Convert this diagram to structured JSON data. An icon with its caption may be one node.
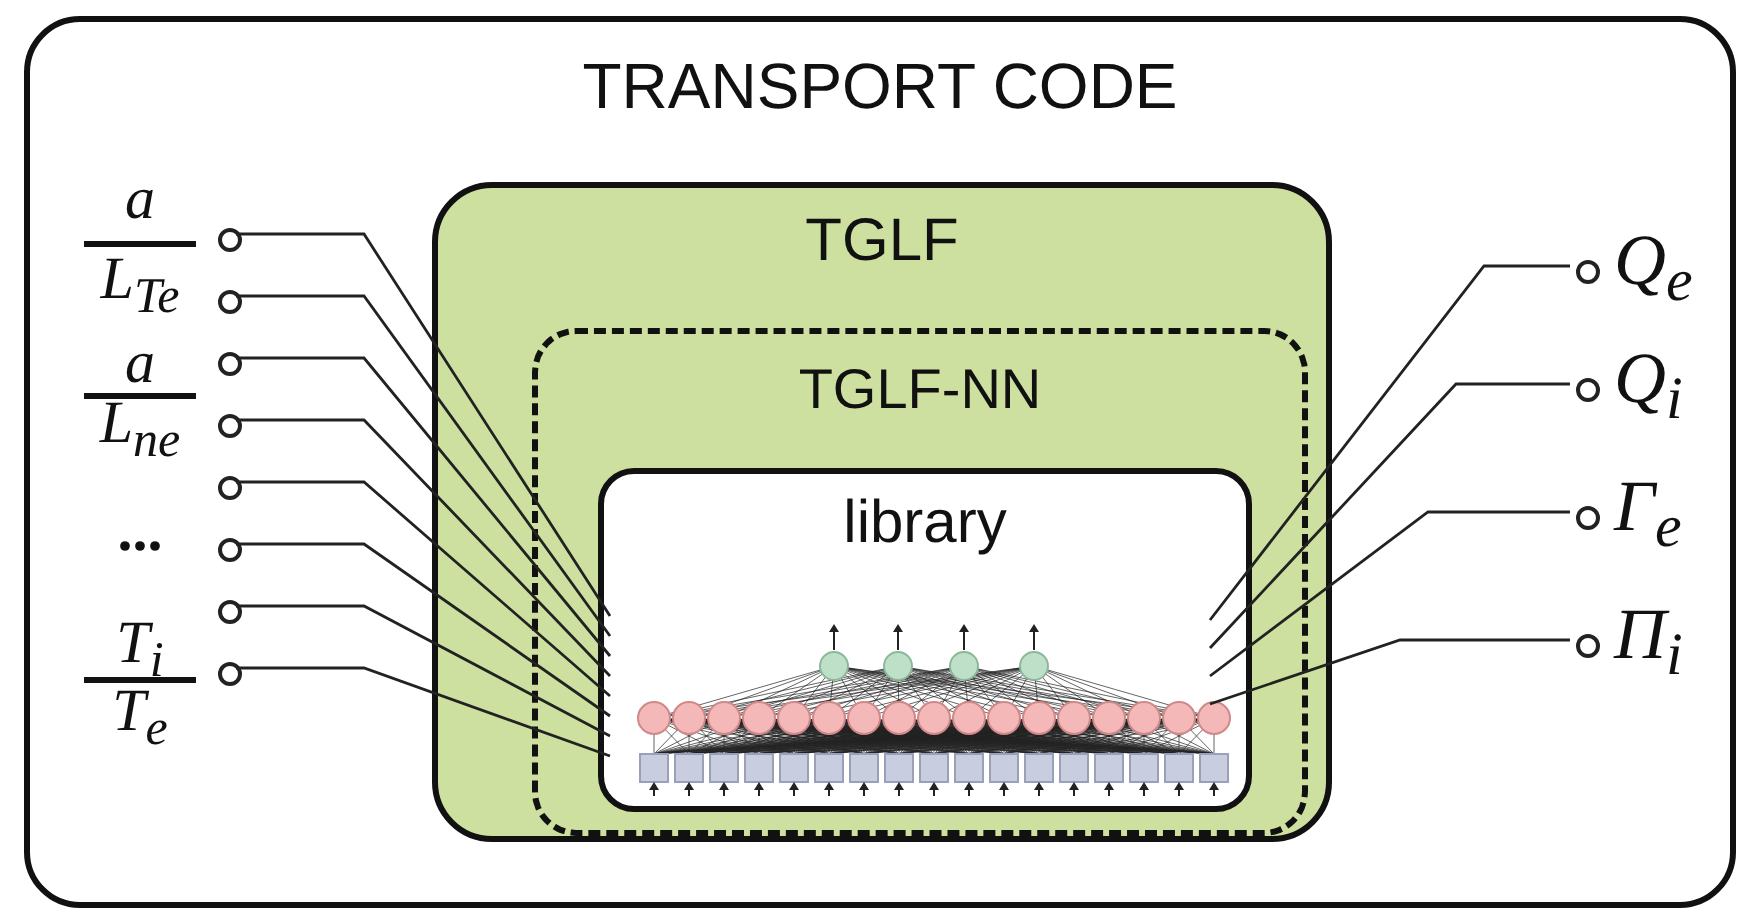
{
  "diagram": {
    "nodes": [
      {
        "text": [
          "TRANSPORT CODE"
        ]
      },
      {
        "text": [
          "TGLF"
        ],
        "in": 0
      },
      {
        "text": [
          "TGLF-NN"
        ],
        "in": 1
      },
      {
        "text": [
          "library"
        ],
        "in": 2
      },
      {
        "text": [],
        "shape": "picture",
        "in": 3
      },
      {
        "text": [],
        "shape": "circle",
        "in": 0
      },
      {
        "text": [],
        "shape": "circle",
        "in": 0
      },
      {
        "text": [],
        "shape": "circle",
        "in": 0
      },
      {
        "text": [],
        "shape": "circle",
        "in": 0
      },
      {
        "text": [],
        "shape": "circle",
        "in": 0
      },
      {
        "text": [],
        "shape": "circle",
        "in": 0
      },
      {
        "text": [],
        "shape": "circle",
        "in": 0
      },
      {
        "text": [],
        "shape": "circle",
        "in": 0
      },
      {
        "text": [],
        "shape": "circle",
        "in": 0,
        "beside": [
          "Q$_{e}$"
        ]
      },
      {
        "text": [],
        "shape": "circle",
        "in": 0,
        "beside": [
          "Q$_{i}$"
        ]
      },
      {
        "text": [],
        "shape": "circle",
        "in": 0,
        "beside": [
          "Γ$_{e}$"
        ]
      },
      {
        "text": [],
        "shape": "circle",
        "in": 0,
        "beside": [
          "Π$_{i}$"
        ]
      }
    ],
    "edges": [
      {
        "from": 5,
        "to": 4,
        "arrow": "none"
      },
      {
        "from": 6,
        "to": 4,
        "arrow": "none"
      },
      {
        "from": 7,
        "to": 4,
        "arrow": "none"
      },
      {
        "from": 8,
        "to": 4,
        "arrow": "none"
      },
      {
        "from": 9,
        "to": 4,
        "arrow": "none"
      },
      {
        "from": 10,
        "to": 4,
        "arrow": "none"
      },
      {
        "from": 11,
        "to": 4,
        "arrow": "none"
      },
      {
        "from": 12,
        "to": 4,
        "arrow": "none"
      },
      {
        "from": 4,
        "to": 13,
        "arrow": "none"
      },
      {
        "from": 4,
        "to": 14,
        "arrow": "none"
      },
      {
        "from": 4,
        "to": 15,
        "arrow": "none"
      },
      {
        "from": 4,
        "to": 16,
        "arrow": "none"
      }
    ],
    "labels": [
      "a",
      "L$_{Te}$",
      "a",
      "L$_{ne}$",
      "...",
      "T$_{i}$",
      "T$_{e}$"
    ]
  }
}
